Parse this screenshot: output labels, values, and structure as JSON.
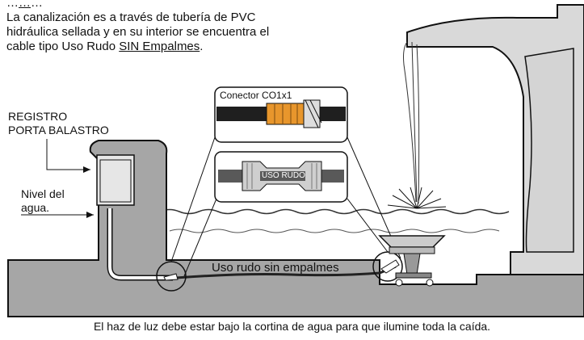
{
  "intro": {
    "line1_prefix": "…",
    "line1_underlined": "…",
    "line1_rest": "…",
    "line2": "La canalización es a través de tubería de PVC",
    "line3": "hidráulica sellada y en su interior se encuentra el",
    "line4_prefix": "cable tipo Uso Rudo ",
    "line4_underlined": "SIN Empalmes",
    "line4_suffix": "."
  },
  "labels": {
    "registro_line1": "REGISTRO",
    "registro_line2": "PORTA BALASTRO",
    "nivel_line1": "Nivel del",
    "nivel_line2": "agua.",
    "conector": "Conector CO1x1",
    "uso_rudo": "USO RUDO",
    "cable": "Uso rudo sin empalmes"
  },
  "caption": "El haz de luz debe estar bajo la cortina de agua para que ilumine toda la  caída.",
  "colors": {
    "ground": "#a6a6a6",
    "outline": "#111111",
    "connector": "#e8962c",
    "cable": "#222222",
    "water_line": "#333333"
  }
}
